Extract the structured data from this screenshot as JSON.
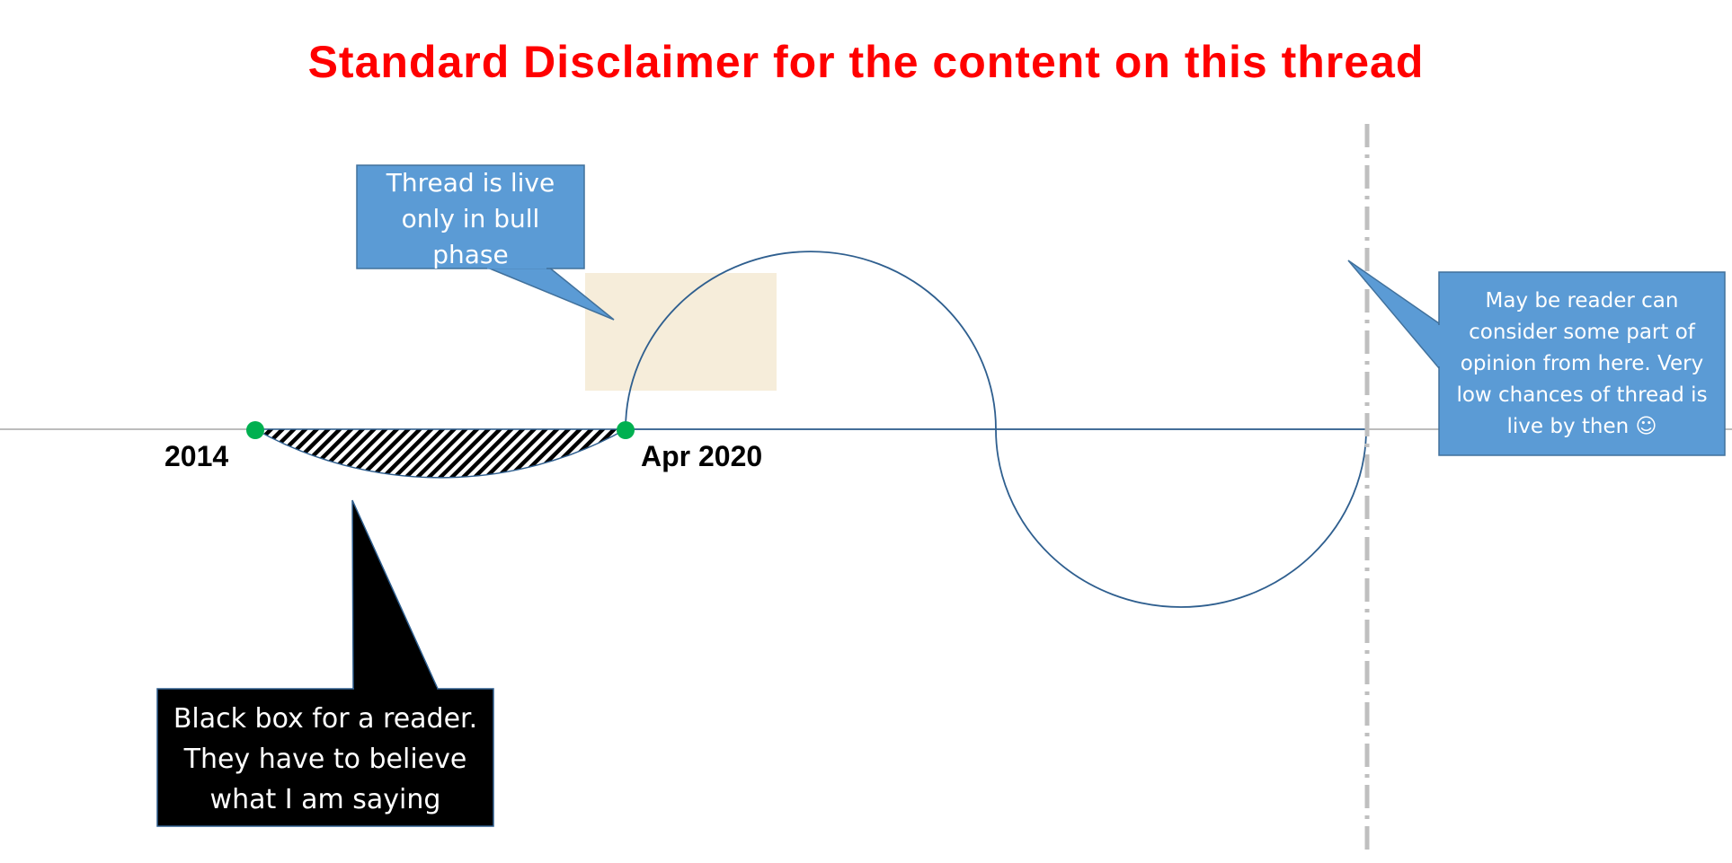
{
  "title": "Standard Disclaimer for the content on this thread",
  "labels": {
    "start": "2014",
    "end": "Apr 2020"
  },
  "callouts": {
    "bull_phase": "Thread is live only in bull phase",
    "black_box": "Black box for a reader. They have to believe what I am saying",
    "future": "May be reader can consider some part of opinion from here. Very low chances of thread is live by then ☺"
  },
  "colors": {
    "title": "#ff0000",
    "callout_blue": "#5b9bd5",
    "callout_border": "#41719c",
    "curve": "#2f5f8f",
    "marker_green": "#00b050",
    "parchment": "#f5ebd6",
    "dashed_line": "#bfbfbf"
  }
}
